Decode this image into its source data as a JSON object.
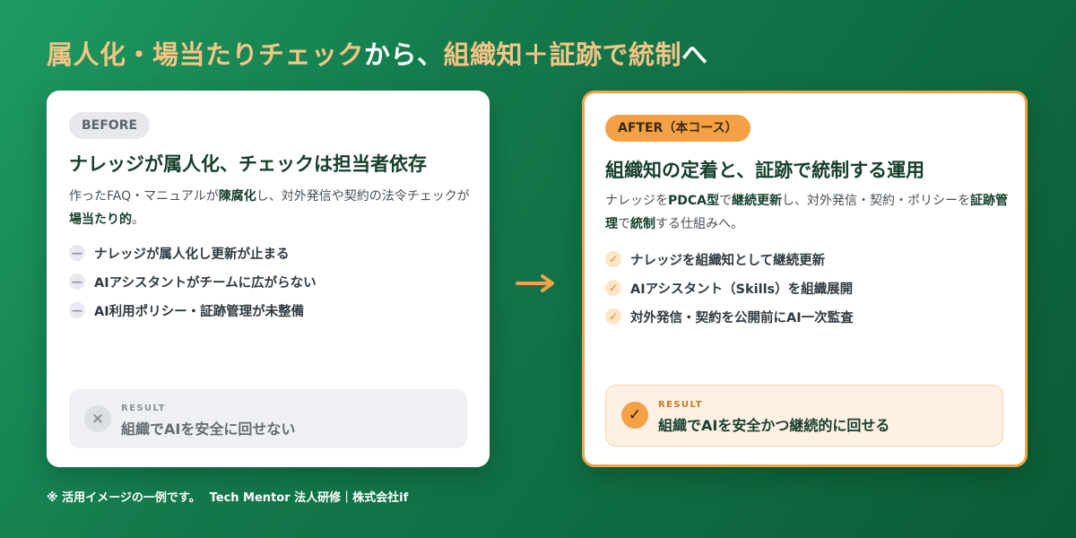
{
  "headline": {
    "part1": "属人化・場当たりチェック",
    "part2": "から、",
    "part3": "組織知＋証跡で統制",
    "part4": "へ"
  },
  "before": {
    "badge": "BEFORE",
    "title": "ナレッジが属人化、チェックは担当者依存",
    "desc": [
      "作ったFAQ・マニュアルが",
      "陳腐化",
      "し、対外発信や契約の法令チェックが",
      "場当たり的",
      "。"
    ],
    "points": [
      "ナレッジが属人化し更新が止まる",
      "AIアシスタントがチームに広がらない",
      "AI利用ポリシー・証跡管理が未整備"
    ],
    "point_mark": "—",
    "result_kicker": "RESULT",
    "result_text": "組織でAIを安全に回せない",
    "result_icon": "×"
  },
  "after": {
    "badge": "AFTER（本コース）",
    "title": "組織知の定着と、証跡で統制する運用",
    "desc": [
      "ナレッジを",
      "PDCA型",
      "で",
      "継続更新",
      "し、対外発信・契約・ポリシーを",
      "証跡管理",
      "で",
      "統制",
      "する仕組みへ。"
    ],
    "points": [
      "ナレッジを組織知として継続更新",
      "AIアシスタント（Skills）を組織展開",
      "対外発信・契約を公開前にAI一次監査"
    ],
    "point_mark": "✓",
    "result_kicker": "RESULT",
    "result_text": "組織でAIを安全かつ継続的に回せる",
    "result_icon": "✓"
  },
  "footer": {
    "note": "※ 活用イメージの一例です。",
    "brand": "Tech Mentor 法人研修｜株式会社if"
  },
  "icons": {
    "points_before": "dash-icon",
    "points_after": "check-icon",
    "result_before": "cross-icon",
    "result_after": "check-circle-icon",
    "transition": "arrow-right-icon"
  },
  "colors": {
    "background": "#137a4c",
    "accent_text": "#f6c585",
    "after_border": "#f0a445",
    "after_badge": "#f3a144",
    "title_text": "#163f2c"
  }
}
